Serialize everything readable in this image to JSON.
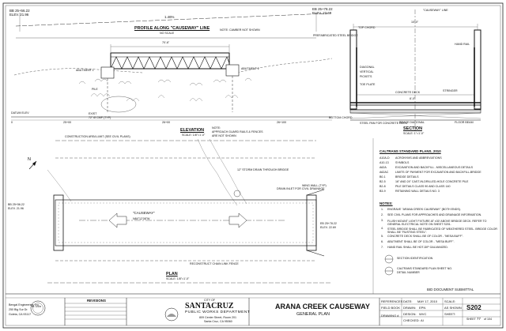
{
  "sheet": {
    "project_title": "ARANA CREEK CAUSEWAY",
    "sheet_subtitle": "GENERAL PLAN",
    "bid_label": "BID DOCUMENT SUBMITTAL",
    "sheet_no_label": "SHEET",
    "sheet_current": "77",
    "sheet_of": "of 104",
    "sheet_code": "S202"
  },
  "profile": {
    "title": "PROFILE ALONG \"CAUSEWAY\" LINE",
    "scale": "NO SCALE",
    "note": "NOTE: CAMBER NOT SHOWN",
    "grade": "1.46%",
    "span_dim": "70'-6\"",
    "abutment1": "ABUTMENT 1",
    "abutment2": "ABUTMENT 2",
    "pile": "PILE",
    "datum": "DATUM ELEV",
    "datum_val": "0",
    "exist": "EXIST",
    "exist2": "72\" Ø CMP (TYP)",
    "st_left": "25+00",
    "st_mid": "26+00",
    "st_right": "26+100",
    "bb_station": "BB 25+56.22",
    "bb_elev": "ELEV. 21.96",
    "eb_station": "EB 25+78.22",
    "eb_elev": "ELEV. 22.69"
  },
  "elevation": {
    "title": "ELEVATION",
    "scale": "SCALE: 1/8\"=1'-0\"",
    "note1": "NOTE:",
    "note2": "APPROACH GUARD RAILS & FENCES",
    "note3": "ARE NOT SHOWN"
  },
  "section": {
    "title": "SECTION",
    "scale": "SCALE: 1\"=1'-0\"",
    "causeway_line": "\"CAUSEWAY\" LINE",
    "top_chord": "TOP CHORD",
    "prefab": "PREFABRICATED STEEL BRIDGE",
    "hand_rail": "HAND RAIL",
    "diagonal": "DIAGONAL",
    "vertical": "VERTICAL",
    "pickets": "PICKETS",
    "toe_plate": "TOE PLATE",
    "concrete_deck": "CONCRETE DECK",
    "stringer": "STRINGER",
    "bottom_chord": "BOTTOM CHORD",
    "steel_pan": "STEEL PAN FOR CONCRETE DECK",
    "brace": "BRACE DIAGONAL",
    "floor_beam": "FLOOR BEAM",
    "width": "10'-0\"",
    "inner_width": "8'-0\""
  },
  "plan": {
    "title": "PLAN",
    "scale": "SCALE: 1/8\"=1'-0\"",
    "causeway_label": "\"CAUSEWAY\"",
    "causeway_bearing": "N84°12'08\"W",
    "construction_area": "CONSTRUCTION AREA LIMIT (SEE CIVIL PLANS)",
    "wing_wall": "WING WALL (TYP)",
    "storm_drain": "12\" STORM DRAIN THROUGH BRIDGE",
    "drain_inlet": "DRAIN INLET FOR CIVIL DRAINAGE",
    "reconstruct": "RECONSTRUCT CHAIN LINK FENCE",
    "north": "N",
    "bb_station": "BB 25+56.22",
    "bb_elev": "ELEV. 21.96",
    "eb_station": "EB 25+78.22",
    "eb_elev": "ELEV. 22.69"
  },
  "caltrans": {
    "title": "CALTRANS STANDARD PLANS, 2010",
    "items": [
      {
        "code": "A10A-D",
        "text": "ACRONYMS AND ABBREVIATIONS"
      },
      {
        "code": "A10-13",
        "text": "SYMBOLS"
      },
      {
        "code": "A62A",
        "text": "EXCAVATION AND BACKFILL - MISCELLANEOUS DETAILS"
      },
      {
        "code": "A62AC",
        "text": "LIMITS OF PAYMENT FOR EXCAVATION AND BACKFILL-BRIDGE"
      },
      {
        "code": "B0-1",
        "text": "BRIDGE DETAILS"
      },
      {
        "code": "B2-5",
        "text": "16\" AND 24\" CAST-IN-DRILLED-HOLE CONCRETE PILE"
      },
      {
        "code": "B2-8",
        "text": "PILE DETAILS CLASS 90 AND CLASS 140"
      },
      {
        "code": "B3-9",
        "text": "RETAINING WALL DETAILS NO. 3"
      }
    ]
  },
  "notes": {
    "title": "NOTES:",
    "items": [
      "ENGRAVE \"ARANA CREEK CAUSEWAY\" (BOTH ENDS).",
      "SEE CIVIL PLANS FOR APPROACHES AND DRAINAGE INFORMATION.",
      "FLUSH MOUNT LIGHT FIXTURE AT ±30' ABOVE BRIDGE DECK. REFER TO GENERAL ELECTRICAL NOTE ON SHEET S201.",
      "STEEL BRIDGE SHALL BE FABRICATED OF WEATHERED STEEL. BRIDGE COLOR SHALL BE \"RUSTING STEEL\".",
      "CONCRETE DECK SHALL BE OF COLOR - \"MESA BUFF\".",
      "ABUTMENT SHALL BE OF COLOR - \"MESA BUFF\".",
      "HAND RAIL SHALL BE HOT-DIP GALVANIZED."
    ],
    "legend1": "SECTION IDENTIFICATION",
    "legend2a": "CALTRANS STANDARD PLAN SHEET NO.",
    "legend2b": "DETAIL NUMBER"
  },
  "engineer": {
    "firm": "Bengal Engineering, Inc.",
    "addr1": "250 Big Sur Dr.",
    "addr2": "Goleta, CA 93117",
    "stamp": "No. 12345"
  },
  "revisions": {
    "header": "REVISIONS"
  },
  "city": {
    "line1": "CITY OF",
    "name": "SANTACRUZ",
    "dept": "PUBLIC WORKS DEPARTMENT",
    "addr1": "809 Center Street, Room 201",
    "addr2": "Santa Cruz, CA 95060"
  },
  "titleblock": {
    "ref_label": "REFERENCES",
    "field_label": "FIELD BOOK",
    "drawing_label": "DRAWING #",
    "date_label": "DATE:",
    "date_val": "MAY 17, 2010",
    "drawn_label": "DRAWN:",
    "drawn_val": "EPN",
    "design_label": "DESIGN:",
    "design_val": "WVC",
    "checked_label": "CHECKED:",
    "checked_val": "AI",
    "scale_label": "SCALE:",
    "scale_val": "AS SHOWN",
    "sheet_label": "SHEET:"
  }
}
